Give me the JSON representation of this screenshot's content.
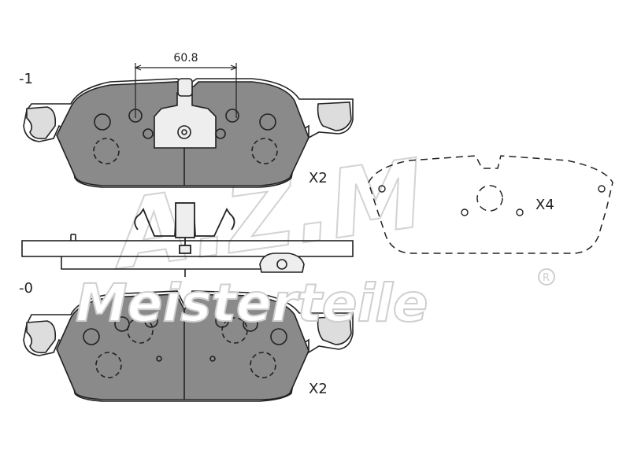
{
  "diagram": {
    "dimension_label": "60.8",
    "variant_top_label": "-1",
    "variant_bottom_label": "-0",
    "qty_top": "X2",
    "qty_bottom": "X2",
    "qty_shim": "X4",
    "watermark_text": "Meisterteile",
    "watermark_logo": "A.Z.M",
    "colors": {
      "pad_fill": "#8a8a8a",
      "outline": "#222222",
      "watermark": "#cfcfcf"
    }
  }
}
